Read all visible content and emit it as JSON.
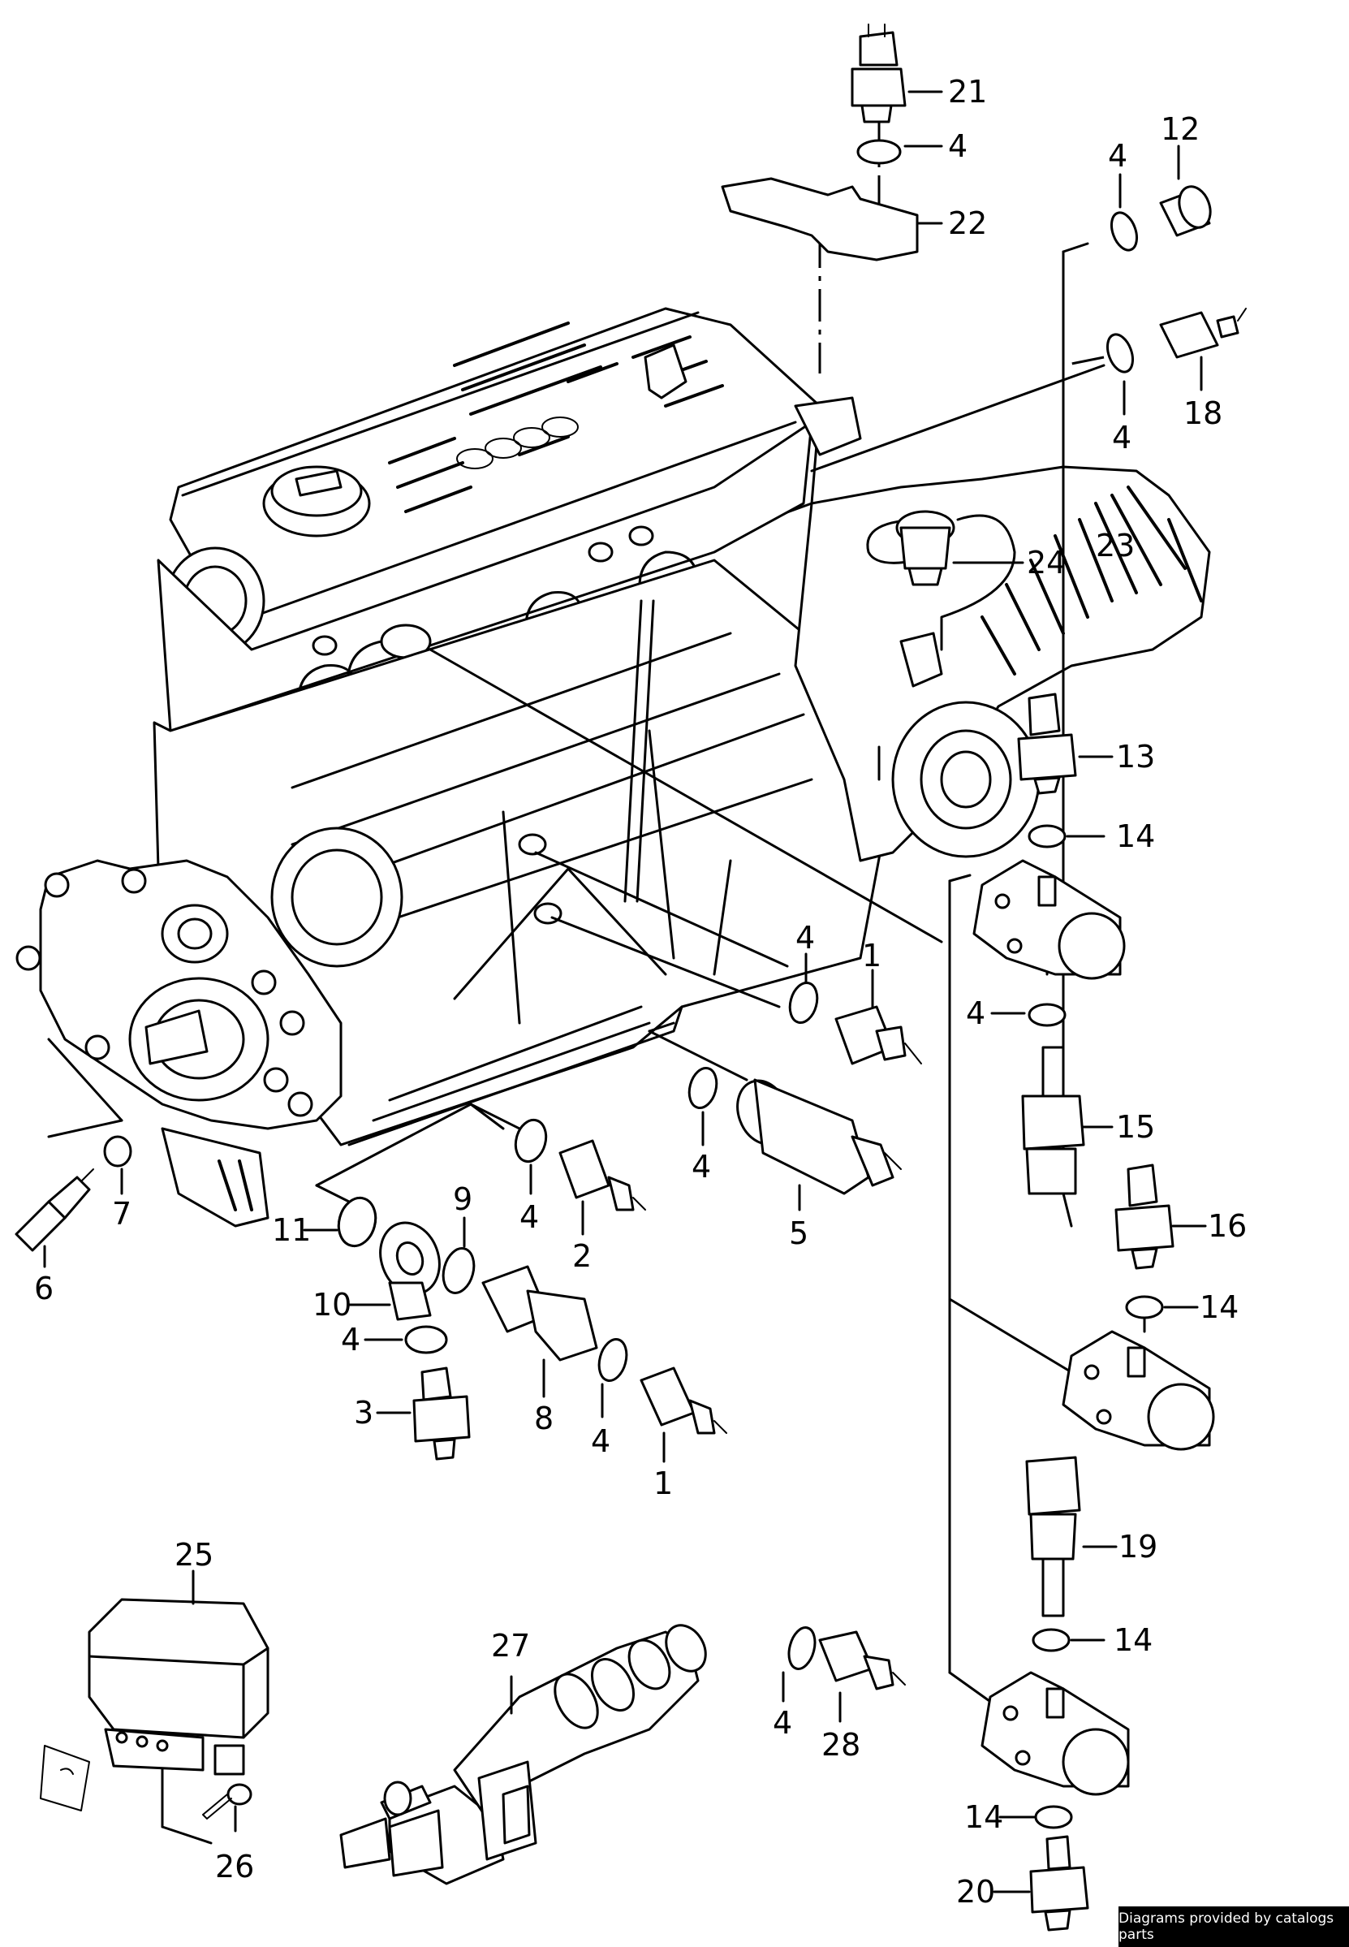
{
  "credit": "Diagrams provided by catalogs parts",
  "callouts": [
    {
      "label": "21"
    },
    {
      "label": "4"
    },
    {
      "label": "22"
    },
    {
      "label": "4"
    },
    {
      "label": "12"
    },
    {
      "label": "18"
    },
    {
      "label": "4"
    },
    {
      "label": "23"
    },
    {
      "label": "24"
    },
    {
      "label": "13"
    },
    {
      "label": "14"
    },
    {
      "label": "4"
    },
    {
      "label": "15"
    },
    {
      "label": "16"
    },
    {
      "label": "14"
    },
    {
      "label": "19"
    },
    {
      "label": "14"
    },
    {
      "label": "14"
    },
    {
      "label": "20"
    },
    {
      "label": "4"
    },
    {
      "label": "1"
    },
    {
      "label": "4"
    },
    {
      "label": "5"
    },
    {
      "label": "4"
    },
    {
      "label": "2"
    },
    {
      "label": "9"
    },
    {
      "label": "11"
    },
    {
      "label": "7"
    },
    {
      "label": "6"
    },
    {
      "label": "10"
    },
    {
      "label": "4"
    },
    {
      "label": "3"
    },
    {
      "label": "8"
    },
    {
      "label": "4"
    },
    {
      "label": "1"
    },
    {
      "label": "25"
    },
    {
      "label": "26"
    },
    {
      "label": "27"
    },
    {
      "label": "4"
    },
    {
      "label": "28"
    }
  ]
}
